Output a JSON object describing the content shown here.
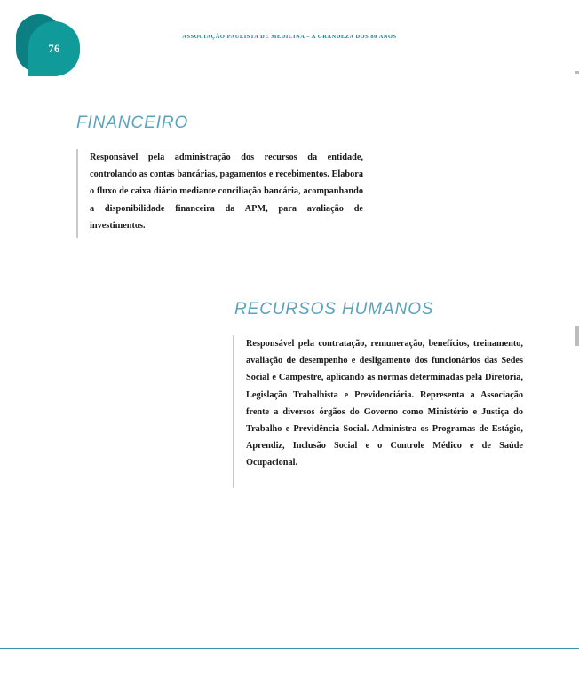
{
  "page": {
    "number": "76",
    "running_header": "ASSOCIAÇÃO PAULISTA DE MEDICINA – A GRANDEZA DOS 80 ANOS",
    "background_color": "#ffffff",
    "accent_color": "#109a99",
    "accent_dark_color": "#0b7f82",
    "heading_color": "#5aa3bd",
    "header_text_color": "#0f7f8c",
    "rule_color": "#3c96a8",
    "divider_color": "#c9c9c9",
    "body_text_color": "#1a1a1a"
  },
  "sections": [
    {
      "id": "financeiro",
      "heading": "FINANCEIRO",
      "body": "Responsável pela administração dos recursos da entidade, controlando as contas bancárias, pagamentos e recebimentos. Elabora o fluxo de caixa diário mediante conciliação bancária, acompanhando a disponibilidade financeira da APM, para avaliação de investimentos."
    },
    {
      "id": "recursos-humanos",
      "heading": "RECURSOS HUMANOS",
      "body": "Responsável pela contratação, remuneração, benefícios, treinamento, avaliação de desempenho e desligamento dos funcionários das Sedes Social e Campestre, aplicando as normas determinadas pela Diretoria, Legislação Trabalhista e Previdenciária. Representa a Associação frente a diversos órgãos do Governo como Ministério e Justiça do Trabalho e Previdência Social. Administra os Programas de Estágio, Aprendiz, Inclusão Social e o Controle Médico e de Saúde Ocupacional."
    }
  ]
}
